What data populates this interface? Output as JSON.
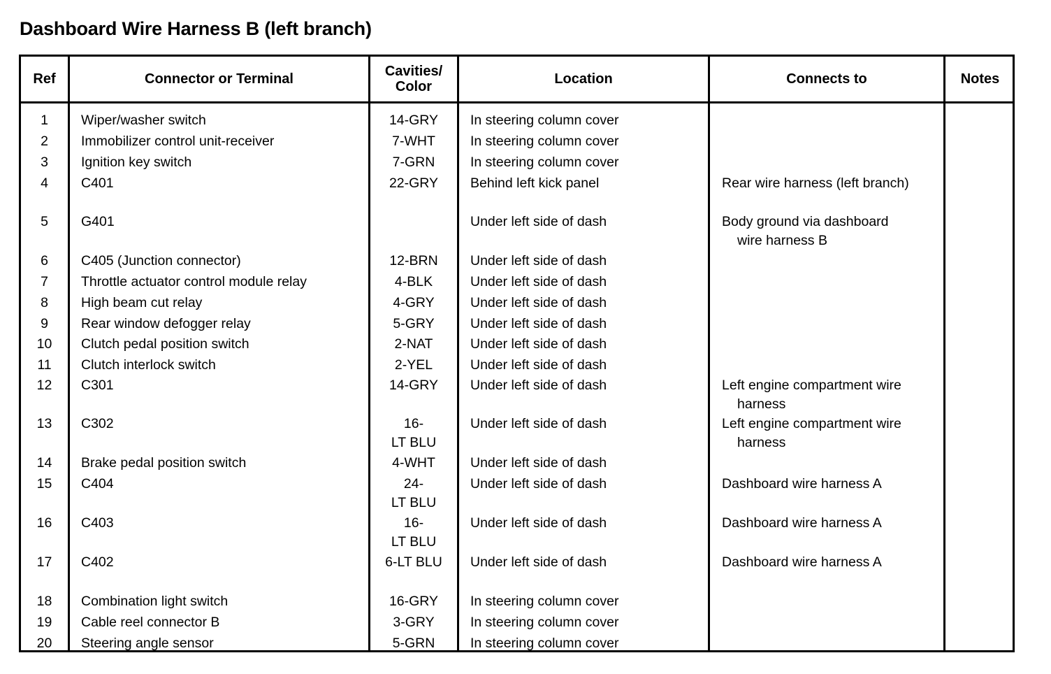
{
  "page_title": "Dashboard Wire Harness B (left branch)",
  "table": {
    "columns": [
      {
        "key": "ref",
        "label": "Ref"
      },
      {
        "key": "connector",
        "label": "Connector or Terminal"
      },
      {
        "key": "cavities",
        "label_line1": "Cavities/",
        "label_line2": "Color"
      },
      {
        "key": "location",
        "label": "Location"
      },
      {
        "key": "connects",
        "label": "Connects to"
      },
      {
        "key": "notes",
        "label": "Notes"
      }
    ],
    "rows": [
      {
        "ref": "1",
        "connector": "Wiper/washer switch",
        "cavities": "14-GRY",
        "location": "In steering column cover",
        "connects": "",
        "connects_cont": "",
        "notes": ""
      },
      {
        "ref": "2",
        "connector": "Immobilizer control unit-receiver",
        "cavities": "7-WHT",
        "location": "In steering column cover",
        "connects": "",
        "connects_cont": "",
        "notes": ""
      },
      {
        "ref": "3",
        "connector": "Ignition key switch",
        "cavities": "7-GRN",
        "location": "In steering column cover",
        "connects": "",
        "connects_cont": "",
        "notes": ""
      },
      {
        "ref": "4",
        "connector": "C401",
        "cavities": "22-GRY",
        "location": "Behind left kick panel",
        "connects": "Rear wire harness (left branch)",
        "connects_cont": "",
        "notes": ""
      },
      {
        "ref": "5",
        "connector": "G401",
        "cavities": "",
        "location": "Under left side of dash",
        "connects": "Body ground via dashboard",
        "connects_cont": "wire harness B",
        "notes": ""
      },
      {
        "ref": "6",
        "connector": "C405 (Junction connector)",
        "cavities": "12-BRN",
        "location": "Under left side of dash",
        "connects": "",
        "connects_cont": "",
        "notes": ""
      },
      {
        "ref": "7",
        "connector": "Throttle actuator control module relay",
        "cavities": "4-BLK",
        "location": "Under left side of dash",
        "connects": "",
        "connects_cont": "",
        "notes": ""
      },
      {
        "ref": "8",
        "connector": "High beam cut relay",
        "cavities": "4-GRY",
        "location": "Under left side of dash",
        "connects": "",
        "connects_cont": "",
        "notes": ""
      },
      {
        "ref": "9",
        "connector": "Rear window defogger relay",
        "cavities": "5-GRY",
        "location": "Under left side of dash",
        "connects": "",
        "connects_cont": "",
        "notes": ""
      },
      {
        "ref": "10",
        "connector": "Clutch pedal position switch",
        "cavities": "2-NAT",
        "location": "Under left side of dash",
        "connects": "",
        "connects_cont": "",
        "notes": ""
      },
      {
        "ref": "11",
        "connector": "Clutch interlock switch",
        "cavities": "2-YEL",
        "location": "Under left side of dash",
        "connects": "",
        "connects_cont": "",
        "notes": ""
      },
      {
        "ref": "12",
        "connector": "C301",
        "cavities": "14-GRY",
        "location": "Under left side of dash",
        "connects": "Left engine compartment wire",
        "connects_cont": "harness",
        "notes": ""
      },
      {
        "ref": "13",
        "connector": "C302",
        "cavities": "16-\nLT BLU",
        "location": "Under left side of dash",
        "connects": "Left engine compartment wire",
        "connects_cont": "harness",
        "notes": ""
      },
      {
        "ref": "14",
        "connector": "Brake pedal position switch",
        "cavities": "4-WHT",
        "location": "Under left side of dash",
        "connects": "",
        "connects_cont": "",
        "notes": ""
      },
      {
        "ref": "15",
        "connector": "C404",
        "cavities": "24-\nLT BLU",
        "location": "Under left side of dash",
        "connects": "Dashboard wire harness A",
        "connects_cont": "",
        "notes": ""
      },
      {
        "ref": "16",
        "connector": "C403",
        "cavities": "16-\nLT BLU",
        "location": "Under left side of dash",
        "connects": "Dashboard wire harness A",
        "connects_cont": "",
        "notes": ""
      },
      {
        "ref": "17",
        "connector": "C402",
        "cavities": "6-LT BLU",
        "location": "Under left side of dash",
        "connects": "Dashboard wire harness A",
        "connects_cont": "",
        "notes": ""
      },
      {
        "ref": "18",
        "connector": "Combination light switch",
        "cavities": "16-GRY",
        "location": "In steering column cover",
        "connects": "",
        "connects_cont": "",
        "notes": ""
      },
      {
        "ref": "19",
        "connector": "Cable reel connector B",
        "cavities": "3-GRY",
        "location": "In steering column cover",
        "connects": "",
        "connects_cont": "",
        "notes": ""
      },
      {
        "ref": "20",
        "connector": "Steering angle sensor",
        "cavities": "5-GRN",
        "location": "In steering column cover",
        "connects": "",
        "connects_cont": "",
        "notes": ""
      }
    ]
  }
}
